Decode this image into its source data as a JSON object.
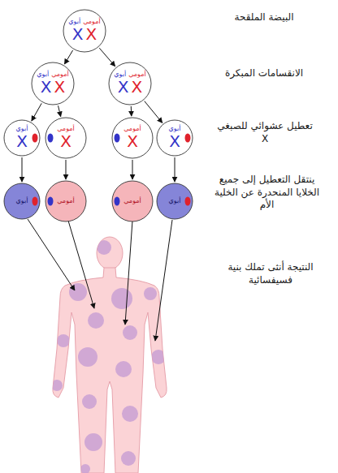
{
  "diagram": {
    "nodes": [
      {
        "text": [
          "أبوي",
          "أمومي",
          "X",
          "X"
        ]
      },
      {
        "text": [
          "أبوي",
          "أمومي",
          "X",
          "X"
        ]
      },
      {
        "text": [
          "أبوي",
          "أمومي",
          "X",
          "X"
        ]
      },
      {
        "text": [
          "أبوي",
          "X"
        ]
      },
      {
        "text": [
          "أمومي",
          "X"
        ]
      },
      {
        "text": [
          "أمومي",
          "X"
        ]
      },
      {
        "text": [
          "أبوي",
          "X"
        ]
      },
      {
        "text": [
          "أبوي"
        ]
      },
      {
        "text": [
          "أمومي"
        ]
      },
      {
        "text": [
          "أمومي"
        ]
      },
      {
        "text": [
          "أبوي"
        ]
      }
    ],
    "edges": [
      {
        "from": 0,
        "to": 1,
        "arrow": "to"
      },
      {
        "from": 0,
        "to": 2,
        "arrow": "to"
      },
      {
        "from": 1,
        "to": 3,
        "arrow": "to"
      },
      {
        "from": 1,
        "to": 4,
        "arrow": "to"
      },
      {
        "from": 2,
        "to": 5,
        "arrow": "to"
      },
      {
        "from": 2,
        "to": 6,
        "arrow": "to"
      },
      {
        "from": 3,
        "to": 7,
        "arrow": "to"
      },
      {
        "from": 4,
        "to": 8,
        "arrow": "to"
      },
      {
        "from": 5,
        "to": 9,
        "arrow": "to"
      },
      {
        "from": 6,
        "to": 10,
        "arrow": "to"
      }
    ],
    "labels": [
      "البيضة الملقحة",
      "الانقسامات المبكرة",
      "تعطيل عشوائي للصبغي X",
      "ينتقل التعطيل إلى جميع الخلايا المنحدرة عن الخلية الأم",
      "النتيجة أنثى تملك بنية فسيفسائية"
    ]
  }
}
